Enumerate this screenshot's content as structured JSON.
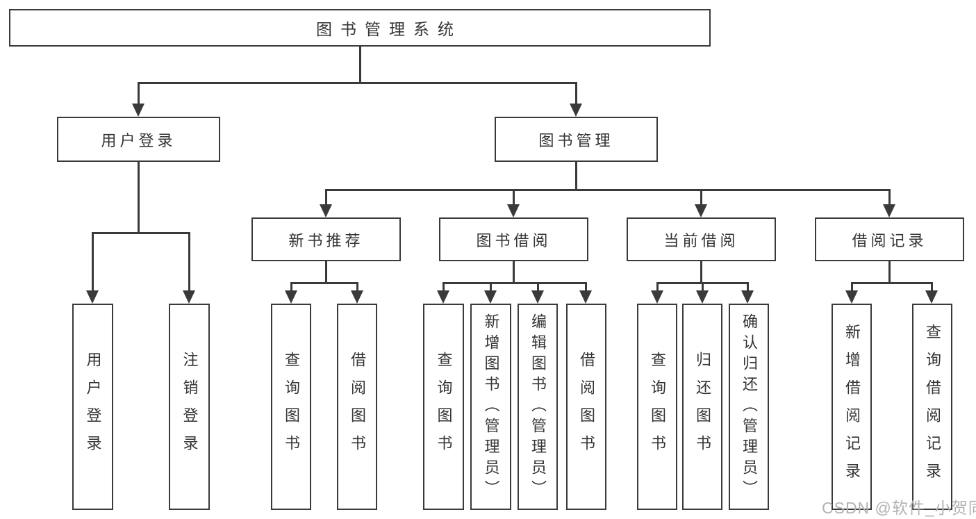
{
  "diagram": {
    "root": {
      "label": "图书管理系统"
    },
    "branches": [
      {
        "label": "用户登录",
        "children": [
          {
            "label": "用户登录"
          },
          {
            "label": "注销登录"
          }
        ]
      },
      {
        "label": "图书管理",
        "children": [
          {
            "label": "新书推荐",
            "children": [
              {
                "label": "查询图书"
              },
              {
                "label": "借阅图书"
              }
            ]
          },
          {
            "label": "图书借阅",
            "children": [
              {
                "label": "查询图书"
              },
              {
                "label": "新增图书（管理员）"
              },
              {
                "label": "编辑图书（管理员）"
              },
              {
                "label": "借阅图书"
              }
            ]
          },
          {
            "label": "当前借阅",
            "children": [
              {
                "label": "查询图书"
              },
              {
                "label": "归还图书"
              },
              {
                "label": "确认归还（管理员）"
              }
            ]
          },
          {
            "label": "借阅记录",
            "children": [
              {
                "label": "新增借阅记录"
              },
              {
                "label": "查询借阅记录"
              }
            ]
          }
        ]
      }
    ],
    "watermark": "CSDN @软件_小贺同学",
    "colors": {
      "line": "#3a3a3a",
      "text": "#343434",
      "watermark": "#b3b3b3",
      "background": "#ffffff"
    }
  }
}
